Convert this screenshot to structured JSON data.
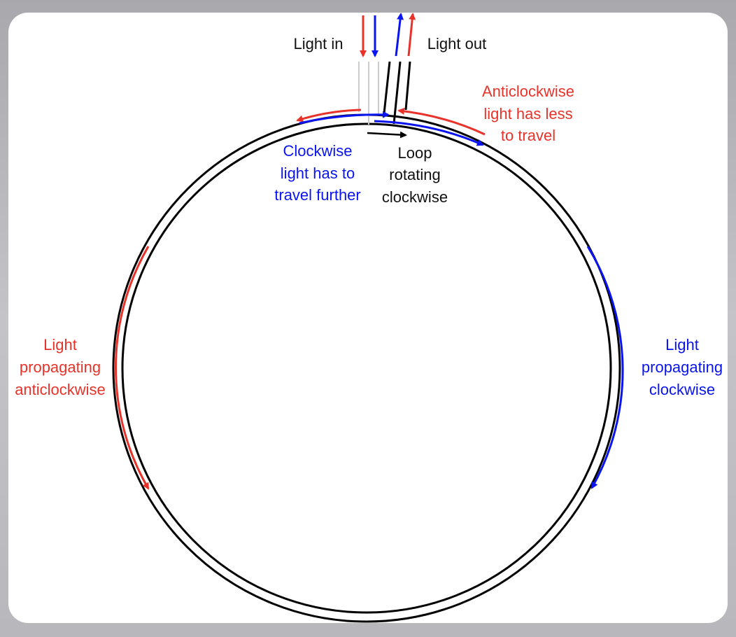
{
  "title_labels": {
    "light_in": "Light in",
    "light_out": "Light out"
  },
  "annotations": {
    "anticlockwise_shorter": [
      "Anticlockwise",
      "light has less",
      "to travel"
    ],
    "clockwise_further": [
      "Clockwise",
      "light has to",
      "travel further"
    ],
    "loop_rotation": [
      "Loop",
      "rotating",
      "clockwise"
    ],
    "left_side": [
      "Light",
      "propagating",
      "anticlockwise"
    ],
    "right_side": [
      "Light",
      "propagating",
      "clockwise"
    ]
  },
  "colors": {
    "clockwise": "#0a14f0",
    "anticlockwise": "#e8332a",
    "fiber": "#000000"
  }
}
